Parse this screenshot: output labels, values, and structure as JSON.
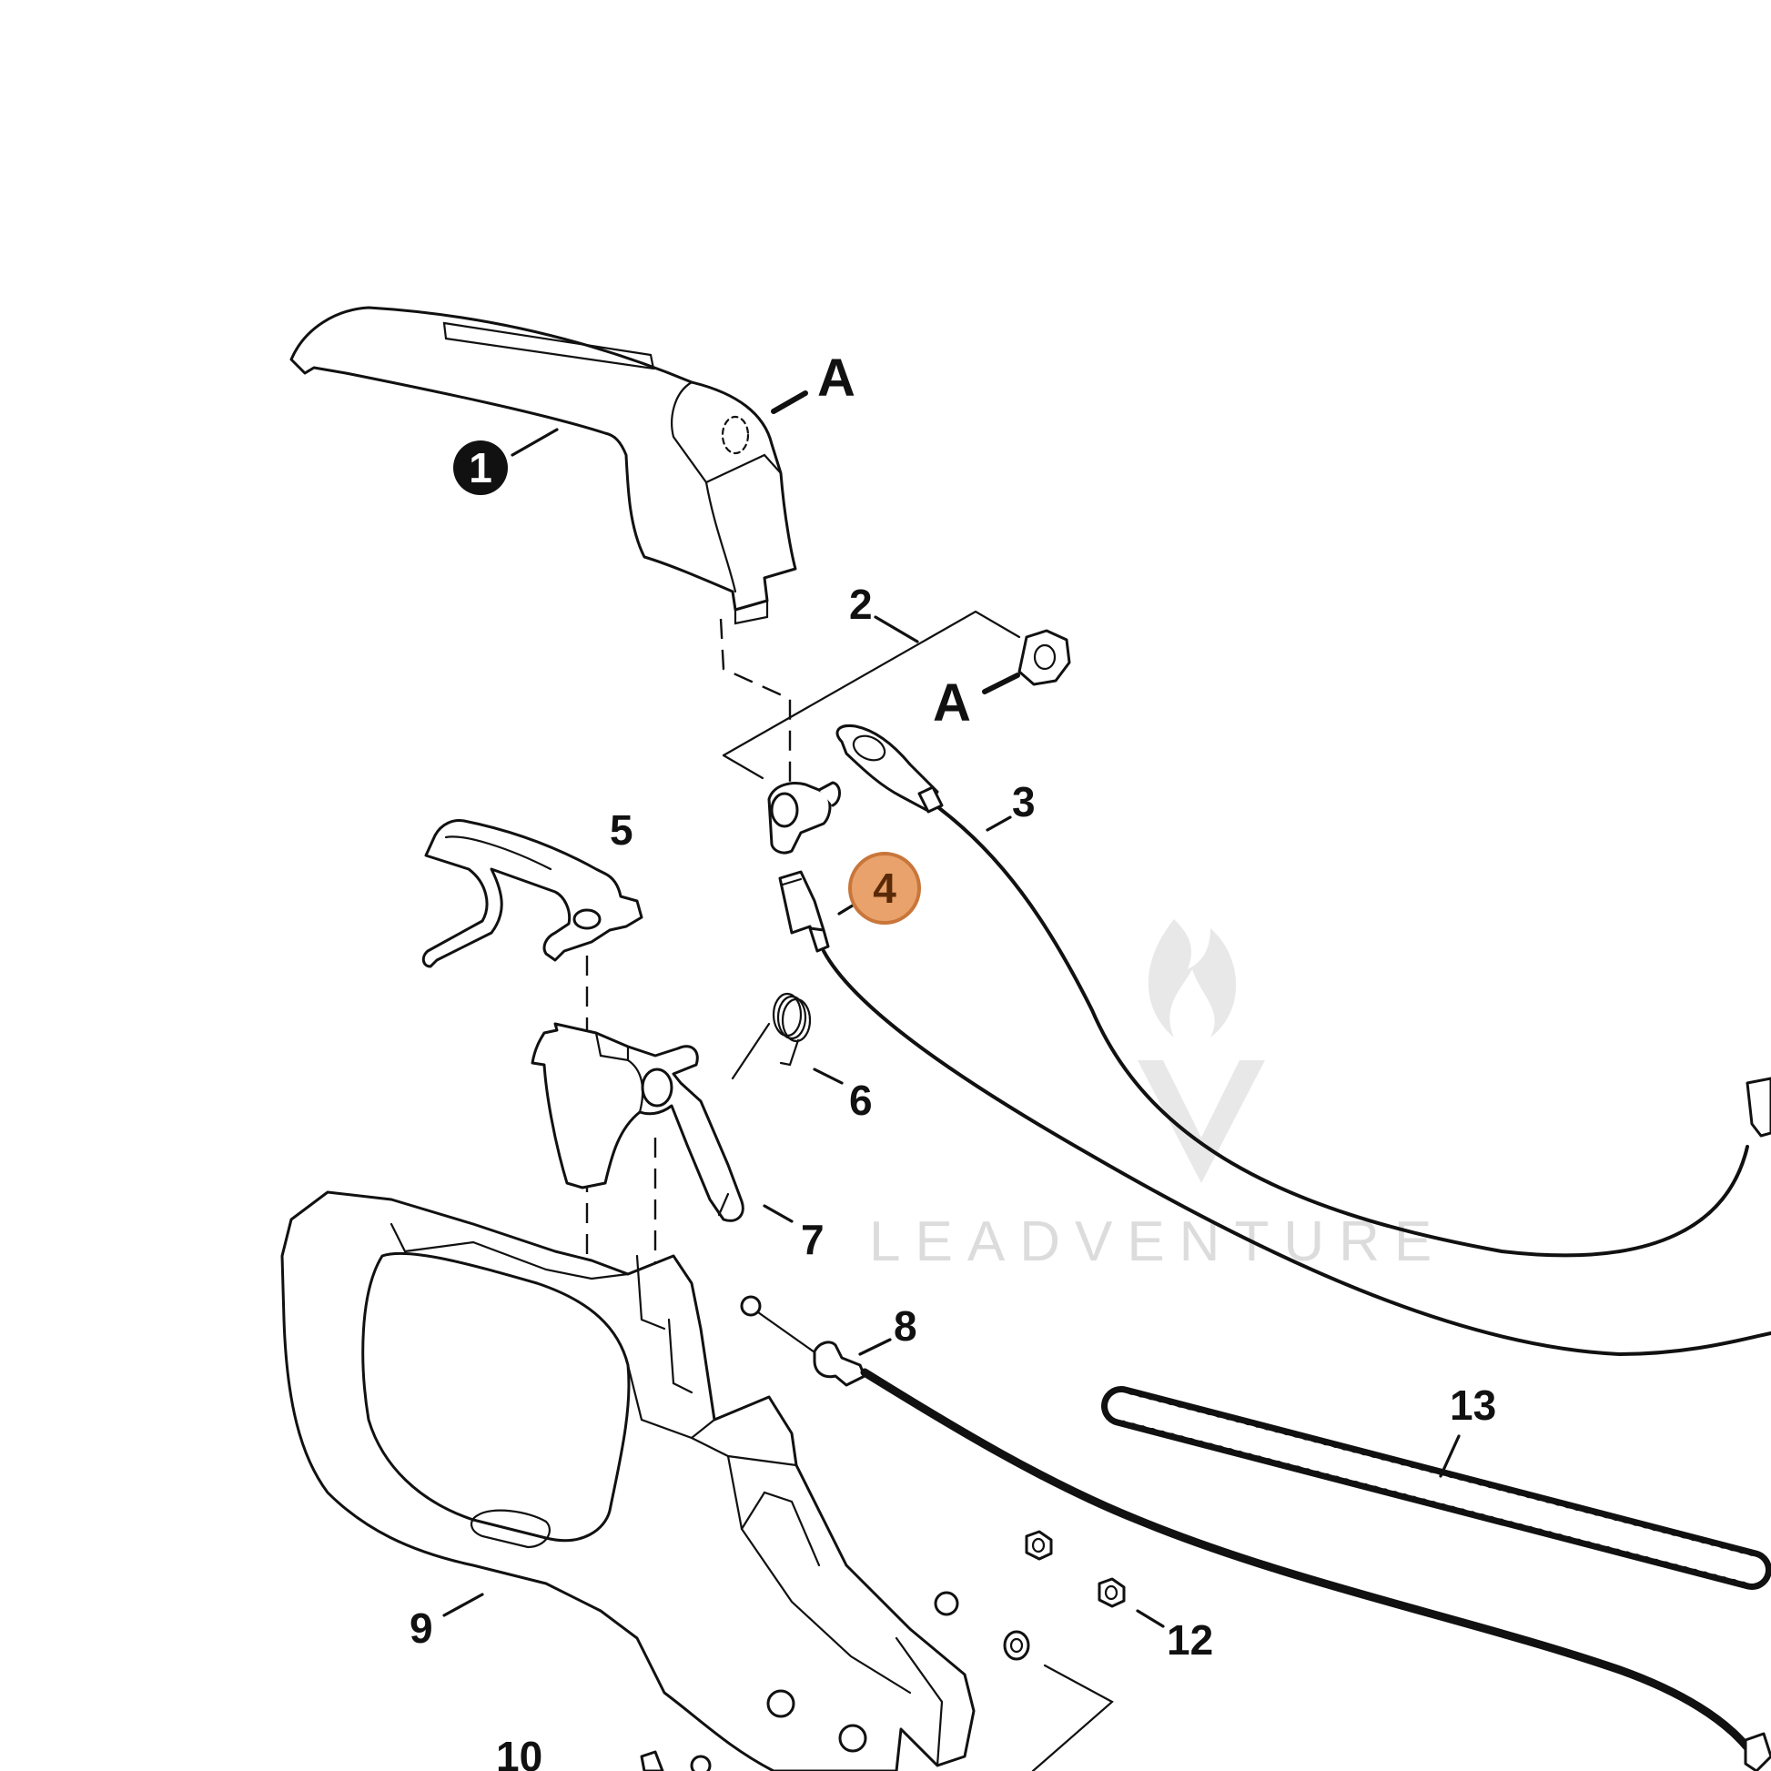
{
  "diagram": {
    "labels": {
      "part_1": "1",
      "part_2": "2",
      "part_3": "3",
      "part_4": "4",
      "part_5": "5",
      "part_6": "6",
      "part_7": "7",
      "part_8": "8",
      "part_9": "9",
      "part_10": "10",
      "part_12": "12",
      "part_13": "13",
      "ref_a_top": "A",
      "ref_a_mid": "A"
    },
    "highlighted_part": "4",
    "highlight_color": "#e9a26b",
    "watermark": {
      "text": "LEADVENTURE",
      "color": "#dcdcdc"
    }
  }
}
